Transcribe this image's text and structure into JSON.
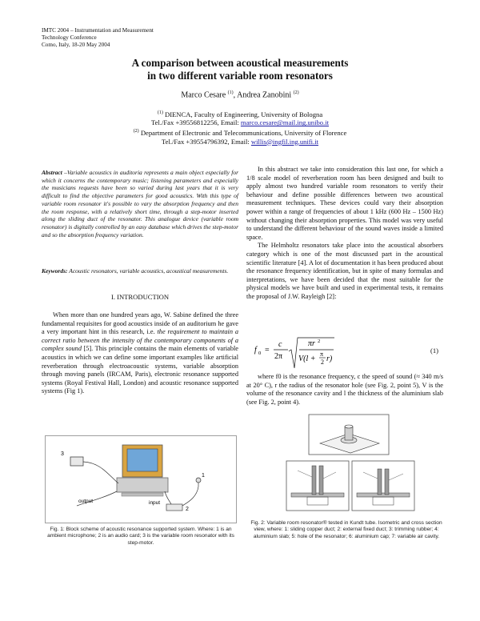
{
  "header": {
    "line1": "IMTC 2004 – Instrumentation and Measurement",
    "line2": "Technology Conference",
    "line3": "Como, Italy, 18-20 May 2004"
  },
  "title": {
    "line1": "A comparison between acoustical measurements",
    "line2": "in two different variable room resonators"
  },
  "authors": {
    "a1": "Marco Cesare",
    "a1_sup": "(1)",
    "sep": ", ",
    "a2": "Andrea Zanobini",
    "a2_sup": "(2)"
  },
  "affiliations": {
    "sup1": "(1)",
    "line1": " DIENCA, Faculty of Engineering, University of Bologna",
    "tel1": "Tel./Fax +39556812256, Email: ",
    "email1": "marco.cesare@mail.ing.unibo.it",
    "sup2": "(2)",
    "line2": " Department of Electronic and Telecommunications, University of Florence",
    "tel2": "Tel./Fax +39554796392, Email: ",
    "email2": "willis@ingfil.ing.unifi.it"
  },
  "abstract": {
    "label": "Abstract",
    "text": " –Variable acoustics in auditoria represents a main object especially for which it concerns the contemporary music; listening parameters and especially the musicians requests have been so varied during last years that it is very difficult to find the objective parameters for good acoustics. With this type of variable room resonator it's possible to vary the absorption frequency and then the room response, with a relatively short time, through a step-motor inserted along the sliding duct of the resonator. This analogue device (variable room resonator) is digitally controlled by an easy database which drives the step-motor and so the absorption frequency variation."
  },
  "keywords": {
    "label": "Keywords:",
    "text": " Acoustic resonators, variable acoustics, acoustical measurements."
  },
  "section1": "I.  INTRODUCTION",
  "intro": {
    "p1a": "When more than one hundred years ago, W. Sabine defined the three fundamental requisites for good acoustics inside of an auditorium he gave a very important hint in this research, i.e. ",
    "p1_italic": "the requirement to maintain a correct ratio between the intensity of the contemporary components of a complex sound",
    "p1b": " [5]. This principle contains the main elements of variable acoustics in which we can define some important examples like artificial reverberation through electroacoustic systems, variable absorption through moving panels (IRCAM, Paris), electronic resonance supported systems (Royal Festival Hall, London) and acoustic resonance supported systems (Fig 1)."
  },
  "right": {
    "p1": "In this abstract we take into consideration this last one, for which a 1/8 scale model of reverberation room has been designed and built to apply almost two hundred variable room resonators to verify their behaviour and define possible differences between two acoustical measurement techniques. These devices could vary their absorption power within a range of frequencies of about 1 kHz (600 Hz – 1500 Hz) without changing their absorption properties. This model was very useful to understand the different behaviour of the sound waves inside a limited space.",
    "p2": "The Helmholtz resonators take place into the acoustical absorbers category which is one of the most discussed part in the acoustical scientific literature [4]. A lot of documentation it has been produced about the resonance frequency identification, but in spite of many formulas and interpretations, we have been decided that the most suitable for the physical models we have built and used in experimental tests, it remains the proposal of J.W. Rayleigh [2]:",
    "p3": "where f0 is the resonance frequency, c the speed of sound (≈ 340 m/s at 20° C), r the radius of the resonator hole (see Fig. 2, point 5), V is the volume of the resonance cavity and l the thickness of the aluminium slab (see Fig. 2, point 4)."
  },
  "formula": {
    "lhs": "f",
    "sub": "0",
    "eq": "=",
    "c": "c",
    "two_pi": "2π",
    "pi_r2": "πr",
    "sq": "2",
    "V": "V(l +",
    "pi": "π",
    "two": "2",
    "r_close": "r)",
    "eq_num": "(1)"
  },
  "fig1": {
    "label3": "3",
    "label1": "1",
    "label2": "2",
    "input": "input",
    "output": "output",
    "caption": "Fig. 1: Block scheme of acoustic resonance supported system. Where: 1 is an ambient microphone; 2 is an audio card; 3 is the variable room resonator with its step-motor."
  },
  "fig2": {
    "caption": "Fig. 2: Variable room resonator® tested in Kundt tube. Isometric and cross section view, where: 1: sliding copper duct; 2: external fixed duct; 3: trimming rubber; 4: aluminium slab; 5: hole of the resonator; 6: aluminium cap; 7: variable air cavity."
  }
}
